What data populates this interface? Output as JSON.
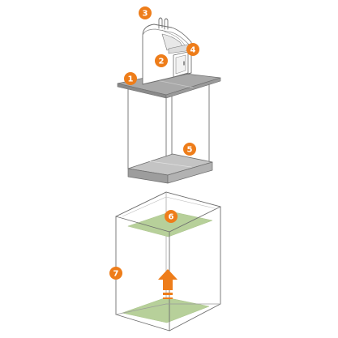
{
  "colors": {
    "badge": "#ee7d1a",
    "arrow": "#ee7d1a",
    "outline": "#6e6e6e",
    "platform_top": "#a9a9a9",
    "platform_side": "#8a8a8a",
    "floor_top": "#c4c4c4",
    "floor_side": "#9d9d9d",
    "green_plane": "#b7d09a"
  },
  "callouts": [
    {
      "number": "1",
      "part": "platform-top"
    },
    {
      "number": "2",
      "part": "machine-body"
    },
    {
      "number": "3",
      "part": "machine-handles"
    },
    {
      "number": "4",
      "part": "machine-door"
    },
    {
      "number": "5",
      "part": "floor-plate"
    },
    {
      "number": "6",
      "part": "upper-green-plane"
    },
    {
      "number": "7",
      "part": "lower-frame"
    }
  ],
  "icons": {
    "up_arrow": "up-arrow-icon"
  }
}
